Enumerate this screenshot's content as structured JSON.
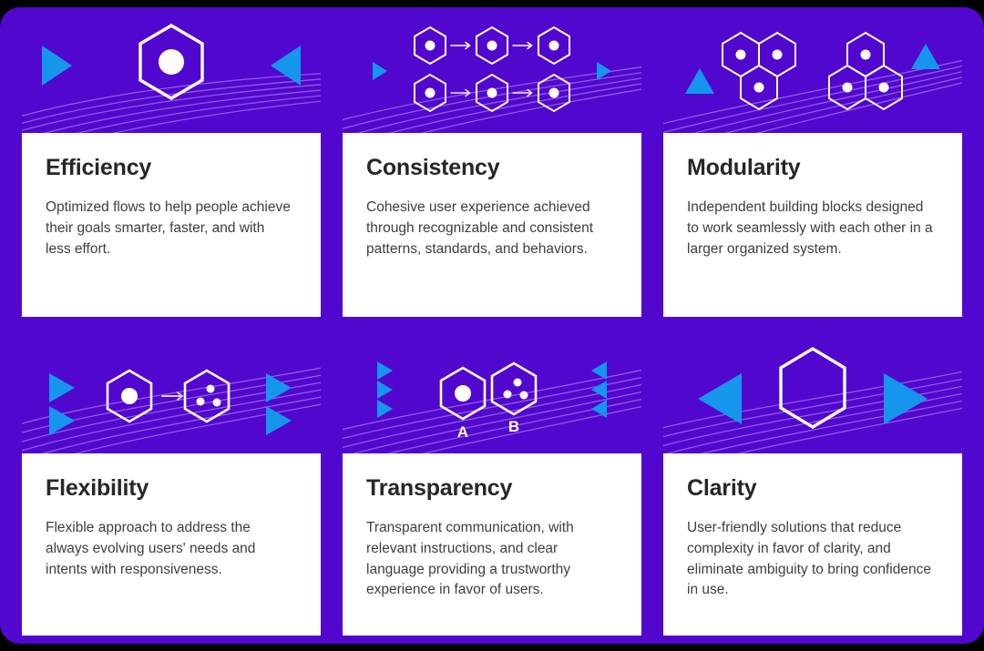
{
  "theme": {
    "page_background": "#000000",
    "board_background": "#5207cf",
    "card_background": "#ffffff",
    "accent_blue": "#1596ec",
    "shape_stroke": "#ffffff",
    "wave_stroke": "#9a6ae0",
    "title_color": "#26262b",
    "body_color": "#3d3d44"
  },
  "cards": [
    {
      "id": "efficiency",
      "title": "Efficiency",
      "description": "Optimized flows to help people achieve their goals smarter, faster, and with less effort.",
      "art": "hexagon-with-dot-between-triangles"
    },
    {
      "id": "consistency",
      "title": "Consistency",
      "description": "Cohesive user experience achieved through recognizable and consistent patterns, standards, and behaviors.",
      "art": "two-rows-of-linked-hexagons"
    },
    {
      "id": "modularity",
      "title": "Modularity",
      "description": "Independent building blocks designed to work seamlessly with each other in a larger organized system.",
      "art": "two-hexagon-clusters"
    },
    {
      "id": "flexibility",
      "title": "Flexibility",
      "description": "Flexible approach to address the always evolving users' needs and intents with responsiveness.",
      "art": "hexagon-one-dot-arrow-hexagon-three-dots"
    },
    {
      "id": "transparency",
      "title": "Transparency",
      "description": "Transparent communication, with relevant instructions, and clear language providing a trustworthy experience in favor of users.",
      "art": "labeled-hexagons-a-b",
      "art_labels": [
        "A",
        "B"
      ]
    },
    {
      "id": "clarity",
      "title": "Clarity",
      "description": "User-friendly solutions that reduce complexity in favor of clarity, and eliminate ambiguity to bring confidence in use.",
      "art": "large-empty-hexagon-between-triangles"
    }
  ]
}
